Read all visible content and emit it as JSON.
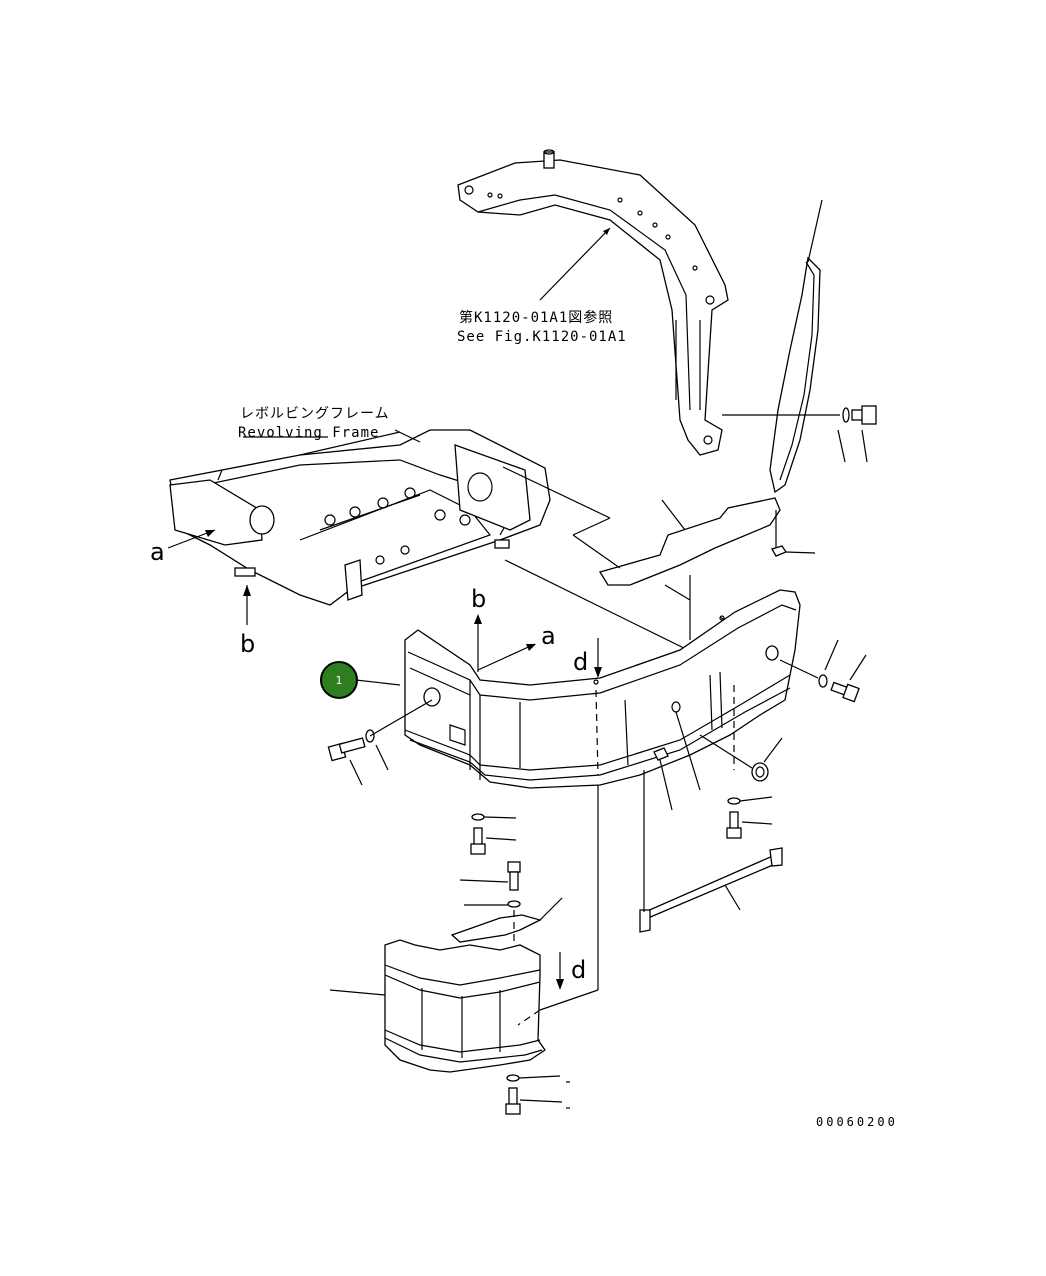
{
  "labels": {
    "ref_jp": "第K1120-01A1図参照",
    "ref_en": "See Fig.K1120-01A1",
    "frame_jp": "レボルビングフレーム",
    "frame_en": "Revolving Frame"
  },
  "markers": {
    "a": "a",
    "b": "b",
    "d": "d"
  },
  "callouts": [
    {
      "number": "1",
      "color": "#2e7d1f"
    }
  ],
  "drawing_code": "00060200"
}
